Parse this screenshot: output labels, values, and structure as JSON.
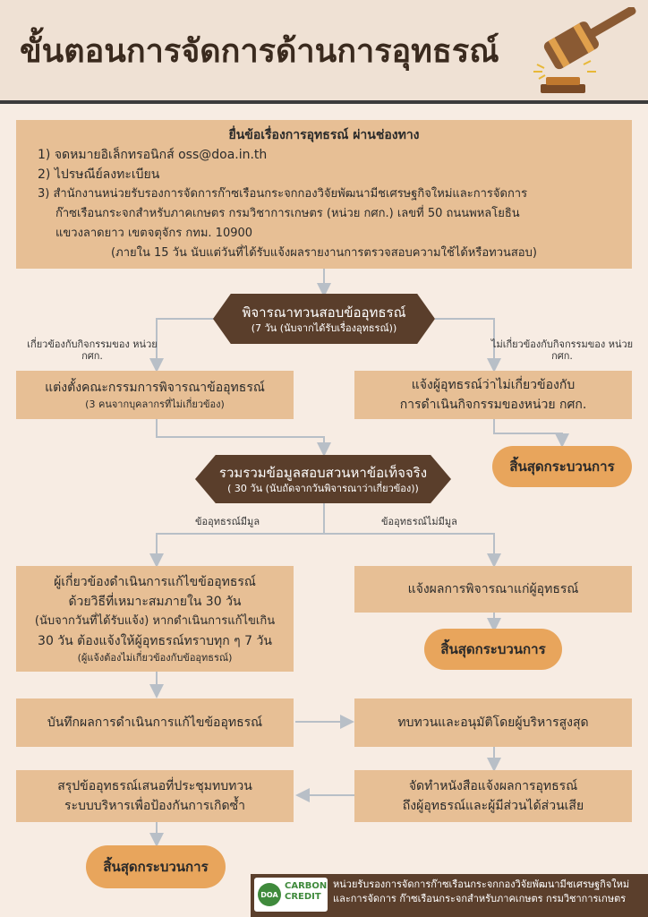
{
  "header": {
    "title": "ขั้นตอนการจัดการด้านการอุทธรณ์"
  },
  "submit": {
    "heading": "ยื่นข้อเรื่องการอุทธรณ์ ผ่านช่องทาง",
    "items": [
      "1) จดหมายอิเล็กทรอนิกส์ oss@doa.in.th",
      "2) ไปรษณีย์ลงทะเบียน",
      "3) สำนักงานหน่วยรับรองการจัดการก๊าซเรือนกระจกกองวิจัยพัฒนามีชเศรษฐกิจใหม่และการจัดการ",
      "ก๊าซเรือนกระจกสำหรับภาคเกษตร กรมวิชาการเกษตร (หน่วย กศก.)  เลขที่ 50 ถนนพหลโยธิน",
      "แขวงลาดยาว เขตจตุจักร กทม. 10900"
    ],
    "note": "(ภายใน 15 วัน นับแต่วันที่ได้รับแจ้งผลรายงานการตรวจสอบความใช้ได้หรือทวนสอบ)"
  },
  "review": {
    "title": "พิจารณาทวนสอบข้ออุทธรณ์",
    "sub": "(7 วัน (นับจากได้รับเรื่องอุทธรณ์))"
  },
  "branch1": {
    "left_label": "เกี่ยวข้องกับกิจกรรมของ หน่วย กศก.",
    "right_label": "ไม่เกี่ยวข้องกับกิจกรรมของ หน่วย กศก."
  },
  "committee": {
    "title": "แต่งตั้งคณะกรรมการพิจารณาข้ออุทธรณ์",
    "sub": "(3 คนจากบุคลากรที่ไม่เกี่ยวข้อง)"
  },
  "notify_unrelated": {
    "line1": "แจ้งผู้อุทธรณ์ว่าไม่เกี่ยวข้องกับ",
    "line2": "การดำเนินกิจกรรมของหน่วย กศก."
  },
  "end1": "สิ้นสุดกระบวนการ",
  "gather": {
    "title": "รวมรวมข้อมูลสอบสวนหาข้อเท็จจริง",
    "sub": "( 30 วัน (นับถัดจากวันพิจารณาว่าเกี่ยวข้อง))"
  },
  "branch2": {
    "left_label": "ข้ออุทธรณ์มีมูล",
    "right_label": "ข้ออุทธรณ์ไม่มีมูล"
  },
  "action": {
    "lines": [
      "ผู้เกี่ยวข้องดำเนินการแก้ไขข้ออุทธรณ์",
      "ด้วยวิธีที่เหมาะสมภายใน 30 วัน",
      "(นับจากวันที่ได้รับแจ้ง) หากดำเนินการแก้ไขเกิน",
      "30 วัน ต้องแจ้งให้ผู้อุทธรณ์ทราบทุก ๆ 7 วัน"
    ],
    "sub": "(ผู้แจ้งต้องไม่เกี่ยวข้องกับข้ออุทธรณ์)"
  },
  "notify_result": "แจ้งผลการพิจารณาแก่ผู้อุทธรณ์",
  "end2": "สิ้นสุดกระบวนการ",
  "record": "บันทึกผลการดำเนินการแก้ไขข้ออุทธรณ์",
  "approve": "ทบทวนและอนุมัติโดยผู้บริหารสูงสุด",
  "letter": {
    "line1": "จัดทำหนังสือแจ้งผลการอุทธรณ์",
    "line2": "ถึงผู้อุทธรณ์และผู้มีส่วนได้ส่วนเสีย"
  },
  "summary": {
    "line1": "สรุปข้ออุทธรณ์เสนอที่ประชุมทบทวน",
    "line2": "ระบบบริหารเพื่อป้องกันการเกิดซ้ำ"
  },
  "end3": "สิ้นสุดกระบวนการ",
  "footer": {
    "logo_badge": "DOA",
    "logo_word1": "CARBON",
    "logo_word2": "CREDIT",
    "line1": "หน่วยรับรองการจัดการก๊าซเรือนกระจกกองวิจัยพัฒนามีชเศรษฐกิจใหม่",
    "line2": "และการจัดการ ก๊าซเรือนกระจกสำหรับภาคเกษตร กรมวิชาการเกษตร"
  },
  "colors": {
    "box": "#e7bf95",
    "pill": "#e8a55c",
    "hex": "#5a3e2b",
    "background": "#f7ece3",
    "connector": "#b8bfc7"
  }
}
